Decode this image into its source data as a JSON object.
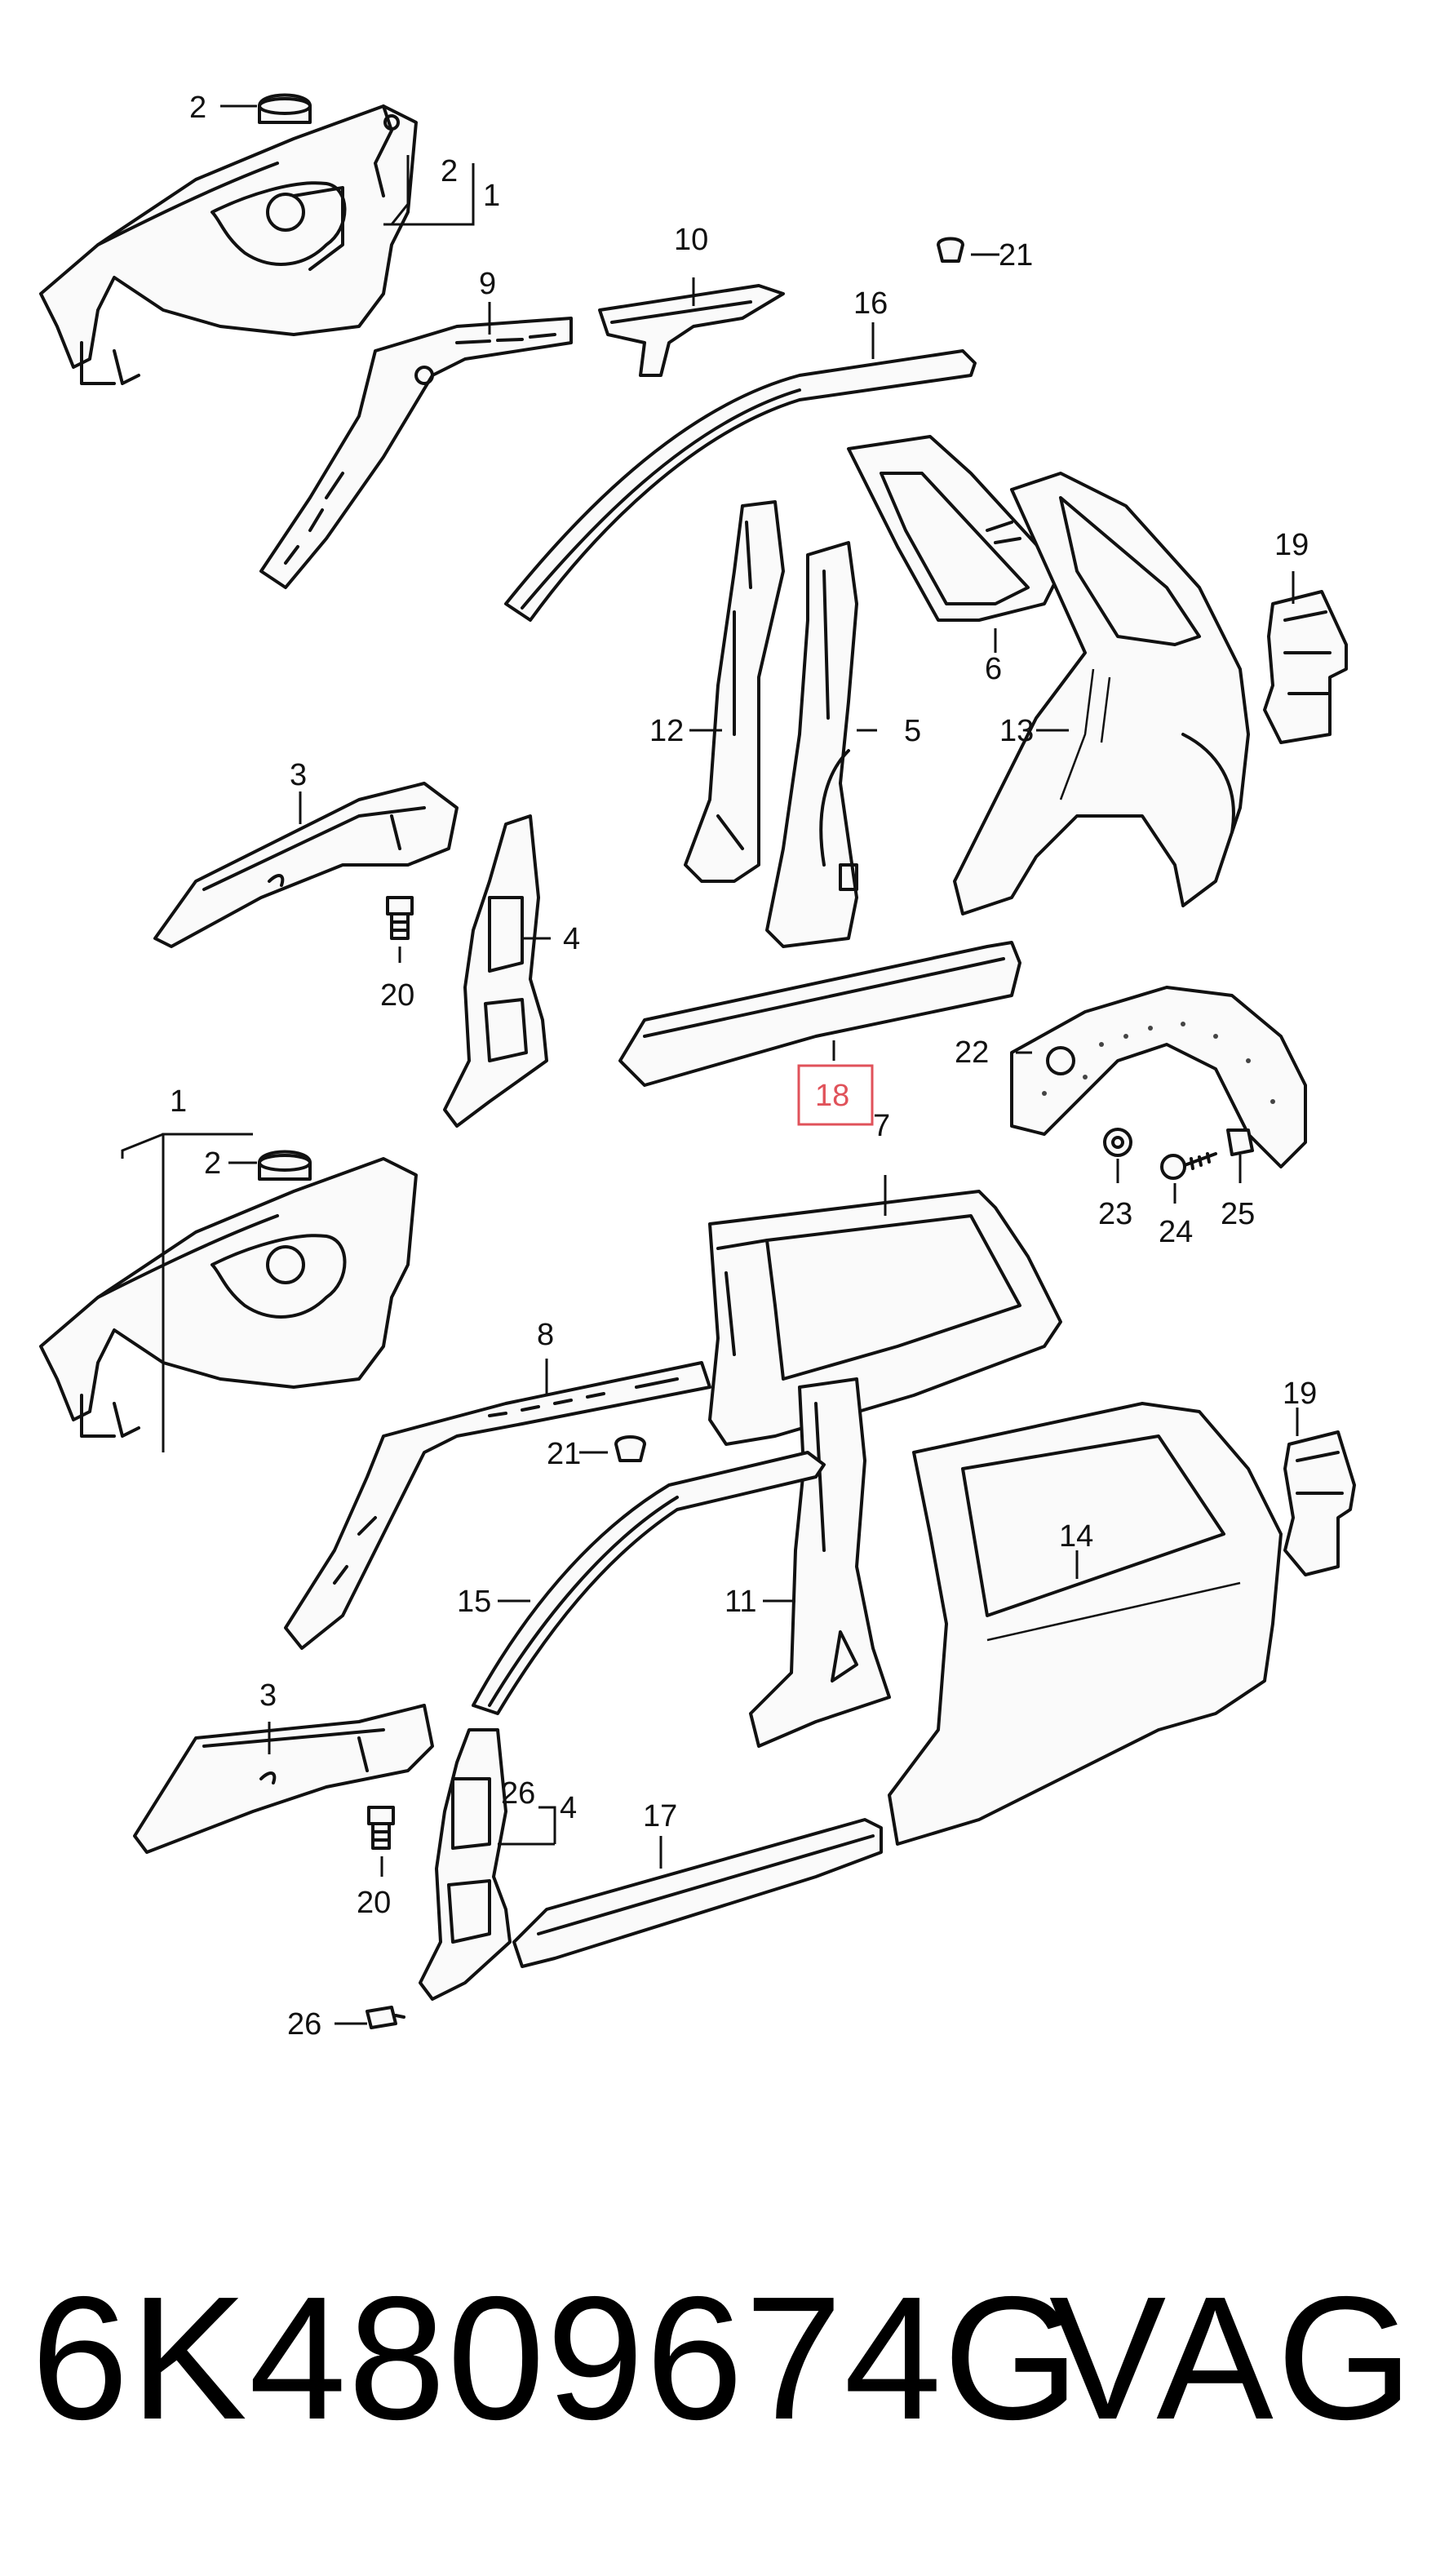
{
  "diagram": {
    "callouts": {
      "c2_top": "2",
      "c2_a": "2",
      "c1_top": "1",
      "c10": "10",
      "c21_top": "21",
      "c9": "9",
      "c16": "16",
      "c19_top": "19",
      "c6": "6",
      "c12": "12",
      "c5": "5",
      "c13": "13",
      "c3_top": "3",
      "c4_top": "4",
      "c20_top": "20",
      "c18": "18",
      "c22": "22",
      "c7": "7",
      "c23": "23",
      "c24": "24",
      "c25": "25",
      "c1_mid": "1",
      "c2_mid": "2",
      "c8": "8",
      "c19_mid": "19",
      "c21_mid": "21",
      "c14": "14",
      "c15": "15",
      "c11": "11",
      "c3_bot": "3",
      "c26_a": "26",
      "c4_bot": "4",
      "c17": "17",
      "c20_bot": "20",
      "c26_b": "26"
    },
    "highlighted_callout": "18",
    "highlight_color": "#e0525a"
  },
  "caption": {
    "part_number": "6K4809674G",
    "brand": "VAG"
  }
}
